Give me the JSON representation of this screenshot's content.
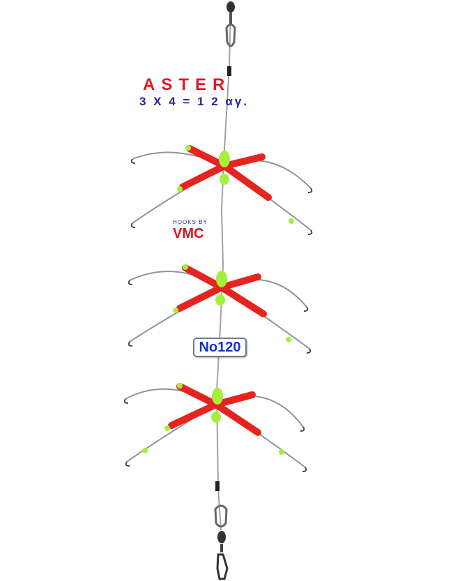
{
  "product": {
    "name": "ASTER",
    "spec": "3 X 4 = 1 2 αγ.",
    "hooks_caption": "HOOKS BY",
    "hooks_brand": "VMC",
    "model": "No120"
  },
  "colors": {
    "arm": "#e52420",
    "bead": "#a6f03c",
    "line": "#9aa3ad",
    "title": "#e01a22",
    "subtitle": "#1c2aa0",
    "model_text": "#1030d8"
  },
  "icons": [
    "swivel-icon",
    "snap-swivel-icon",
    "hook-icon"
  ]
}
